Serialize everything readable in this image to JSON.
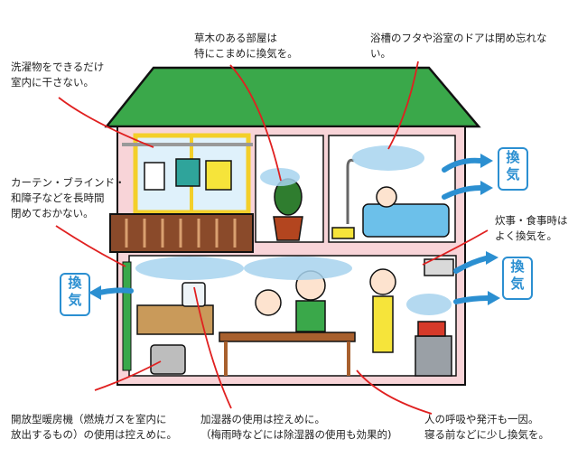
{
  "notes": {
    "laundry": [
      "洗濯物をできるだけ",
      "室内に干さない。"
    ],
    "plants": [
      "草木のある部屋は",
      "特にこまめに換気を。"
    ],
    "bath": [
      "浴槽のフタや浴室のドアは閉め忘れな",
      "い。"
    ],
    "curtain": [
      "カーテン・ブラインド・",
      "和障子などを長時間",
      "閉めておかない。"
    ],
    "cooking": [
      "炊事・食事時は",
      "よく換気を。"
    ],
    "heater": [
      "開放型暖房機（燃焼ガスを室内に",
      "放出するもの）の使用は控えめに。"
    ],
    "humidifier": [
      "加湿器の使用は控えめに。",
      "（梅雨時などには除湿器の使用も効果的)"
    ],
    "breath": [
      "人の呼吸や発汗も一因。",
      "寝る前などに少し換気を。"
    ]
  },
  "vent_badge": [
    "換",
    "気"
  ],
  "colors": {
    "roof": "#3aa84a",
    "wall_outline": "#d93a5a",
    "wall_fill": "#f8d4d8",
    "window_frame": "#f3cf2a",
    "balcony": "#8a4a2a",
    "air_arrow": "#2b8fd1",
    "steam": "#a7d3ee",
    "bath_water": "#6cc0ea",
    "leader_line": "#e02020"
  }
}
